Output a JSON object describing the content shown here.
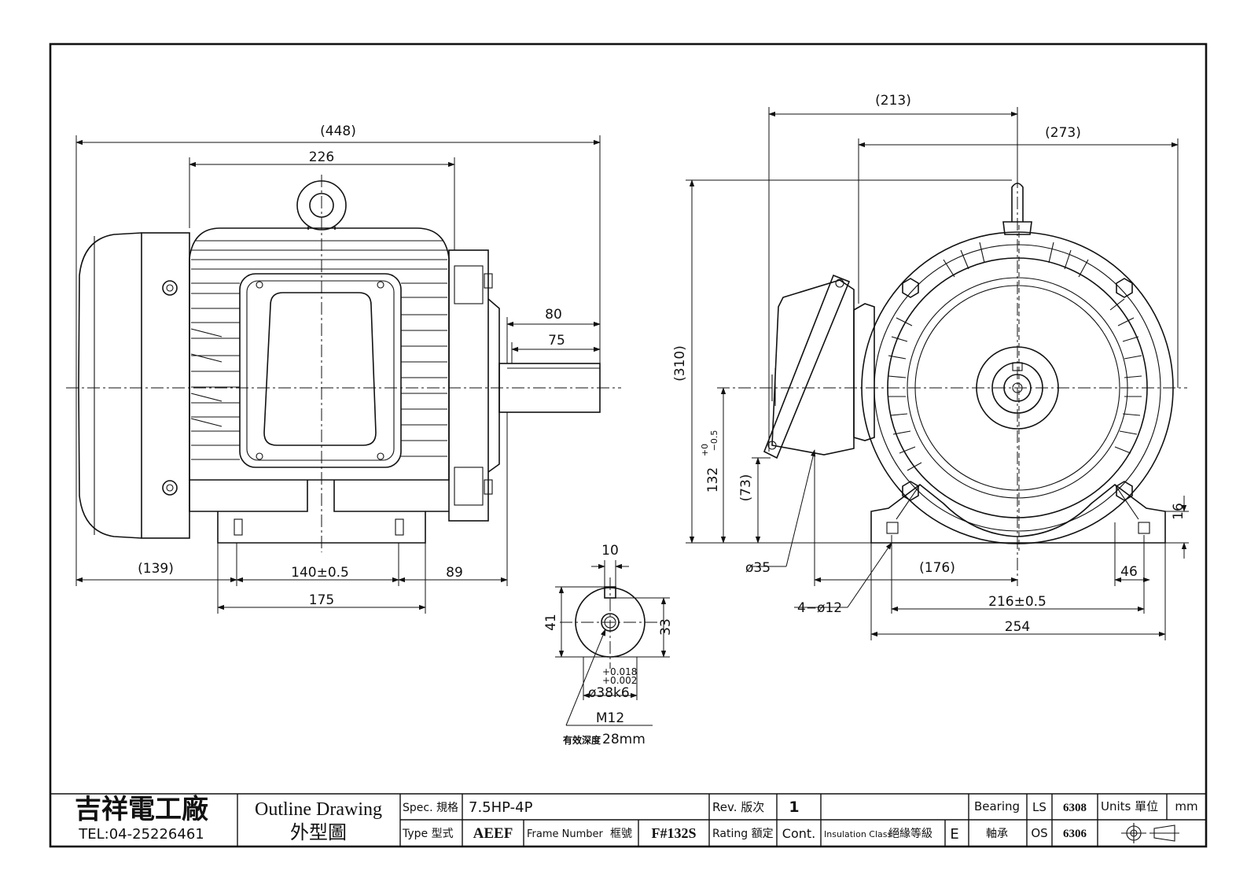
{
  "side_view": {
    "overall_length": "(448)",
    "frame_length": "226",
    "shaft_total": "80",
    "shaft_keyway": "75",
    "rear_overhang": "(139)",
    "foot_spacing": "140±0.5",
    "shaft_shoulder": "89",
    "foot_length": "175"
  },
  "end_view": {
    "terminal_box_offset": "(213)",
    "overall_width": "(273)",
    "overall_height": "(310)",
    "shaft_height": "132",
    "shaft_height_tol_upper": "+0",
    "shaft_height_tol_lower": "−0.5",
    "conduit_height": "(73)",
    "conduit_dia": "ø35",
    "box_width": "(176)",
    "foot_thickness": "16",
    "foot_width": "46",
    "mount_holes": "4−ø12",
    "foot_hole_spacing": "216±0.5",
    "base_width": "254"
  },
  "shaft_detail": {
    "key_width": "10",
    "key_height": "41",
    "shaft_depth": "33",
    "tol_upper": "+0.018",
    "tol_lower": "+0.002",
    "shaft_dia": "ø38k6",
    "thread": "M12",
    "depth_label": "有效深度",
    "depth_value": "28mm"
  },
  "title_block": {
    "company": "吉祥電工廠",
    "tel": "TEL:04-25226461",
    "drawing_title_en": "Outline Drawing",
    "drawing_title_zh": "外型圖",
    "spec_label": "Spec. 規格",
    "spec_value": "7.5HP-4P",
    "rev_label": "Rev. 版次",
    "rev_value": "1",
    "bearing_label": "Bearing",
    "ls_label": "LS",
    "ls_value": "6308",
    "units_label": "Units 單位",
    "units_value": "mm",
    "type_label": "Type 型式",
    "type_value": "AEEF",
    "frame_label": "Frame Number",
    "frame_label_zh": "框號",
    "frame_value": "F#132S",
    "rating_label": "Rating 額定",
    "rating_value": "Cont.",
    "insulation_label": "Insulation Class",
    "insulation_label_zh": "絕緣等級",
    "insulation_value": "E",
    "bearing_label_zh": "軸承",
    "os_label": "OS",
    "os_value": "6306"
  }
}
